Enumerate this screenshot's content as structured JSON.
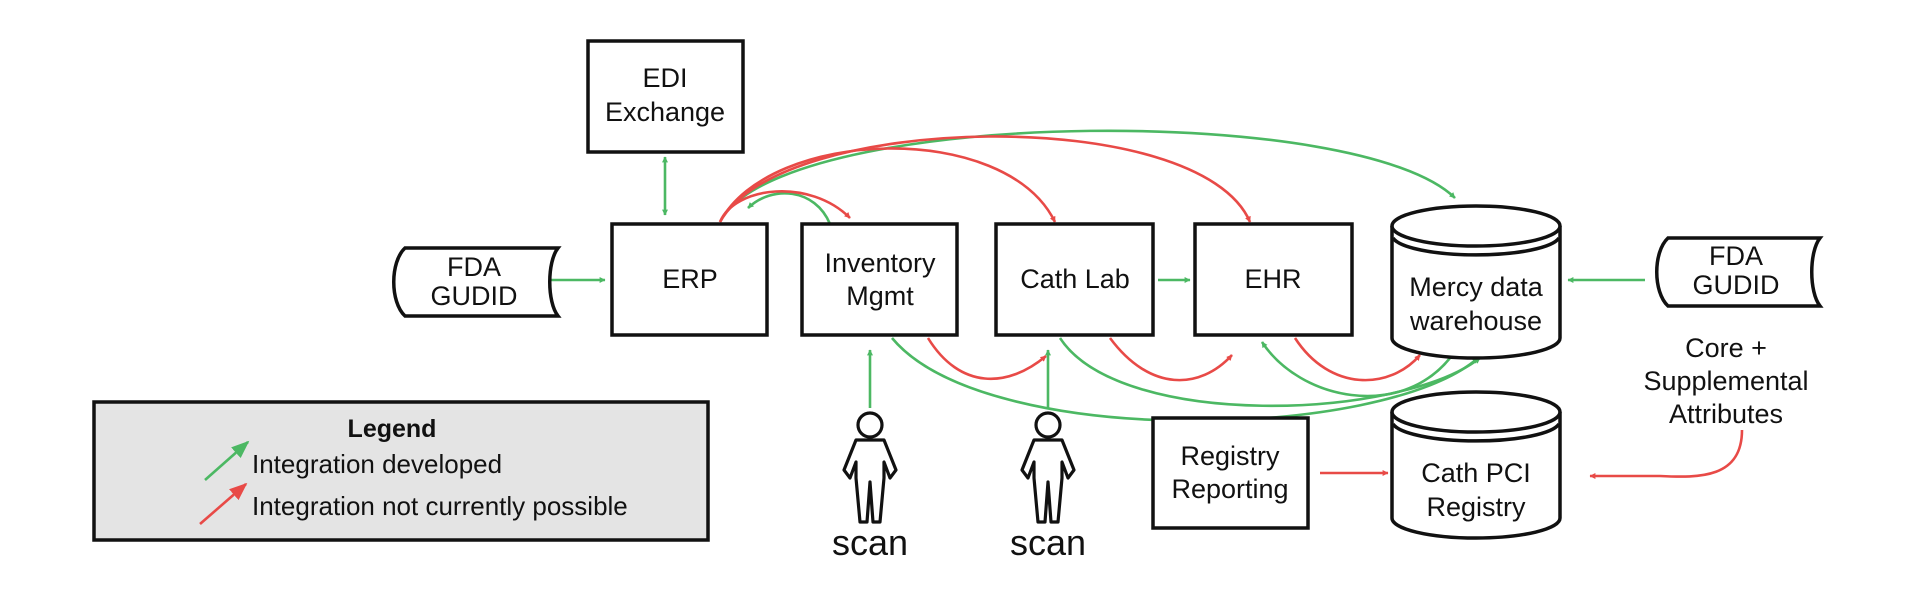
{
  "colors": {
    "integration_developed": "#4cb863",
    "integration_not_possible": "#e84a47",
    "legend_background": "#e4e4e4",
    "outline": "#111111"
  },
  "nodes": {
    "edi": {
      "line1": "EDI",
      "line2": "Exchange"
    },
    "fda_left": {
      "line1": "FDA",
      "line2": "GUDID"
    },
    "erp": {
      "label": "ERP"
    },
    "inventory": {
      "line1": "Inventory",
      "line2": "Mgmt"
    },
    "cath_lab": {
      "label": "Cath Lab"
    },
    "ehr": {
      "label": "EHR"
    },
    "warehouse": {
      "line1": "Mercy data",
      "line2": "warehouse"
    },
    "fda_right": {
      "line1": "FDA",
      "line2": "GUDID"
    },
    "core_attributes": {
      "line1": "Core +",
      "line2": "Supplemental",
      "line3": "Attributes"
    },
    "registry_reporting": {
      "line1": "Registry",
      "line2": "Reporting"
    },
    "cath_pci": {
      "line1": "Cath PCI",
      "line2": "Registry"
    },
    "scan1": {
      "label": "scan"
    },
    "scan2": {
      "label": "scan"
    }
  },
  "legend": {
    "title": "Legend",
    "developed": "Integration developed",
    "not_possible": "Integration not currently possible"
  }
}
